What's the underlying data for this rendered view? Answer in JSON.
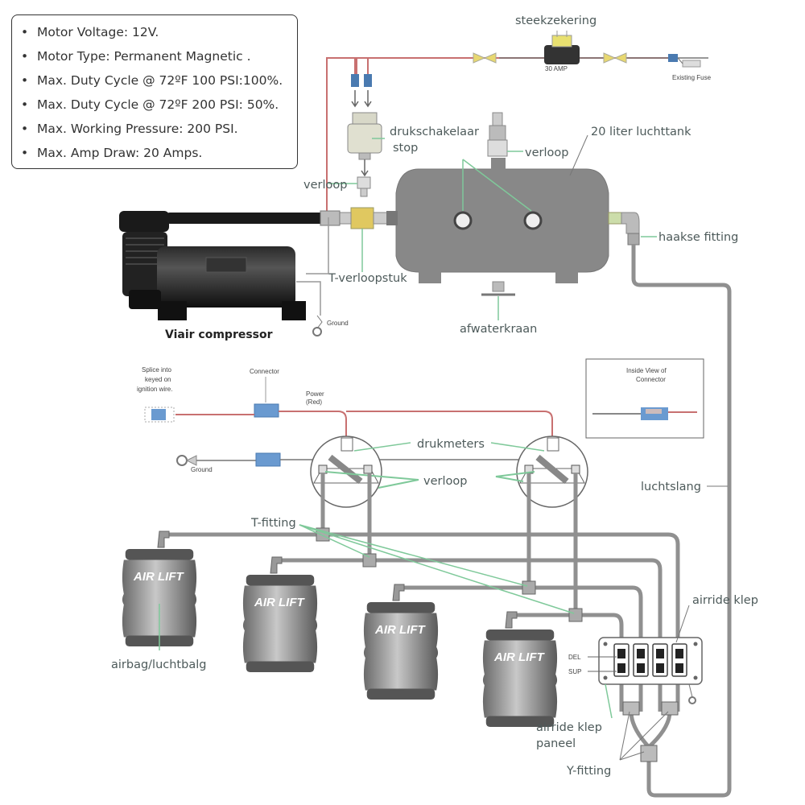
{
  "specs": [
    {
      "bullet": "•",
      "text": "Motor Voltage: 12V."
    },
    {
      "bullet": "•",
      "text": "Motor Type: Permanent Magnetic ."
    },
    {
      "bullet": "•",
      "text": "Max. Duty Cycle @ 72ºF 100 PSI:100%."
    },
    {
      "bullet": "•",
      "text": "Max. Duty Cycle @ 72ºF 200 PSI: 50%."
    },
    {
      "bullet": "•",
      "text": "Max. Working Pressure: 200 PSI."
    },
    {
      "bullet": "•",
      "text": "Max. Amp Draw: 20 Amps."
    }
  ],
  "labels": {
    "steekzekering": "steekzekering",
    "amp30": "30 AMP",
    "existing_fuse": "Existing Fuse",
    "drukschakelaar1": "drukschakelaar",
    "drukschakelaar2": "stop",
    "verloop_top": "verloop",
    "tank": "20 liter luchttank",
    "verloop_left": "verloop",
    "haakse": "haakse fitting",
    "t_verloopstuk": "T-verloopstuk",
    "compressor": "Viair compressor",
    "ground_top": "Ground",
    "afwaterkraan": "afwaterkraan",
    "splice1": "Splice into",
    "splice2": "keyed on",
    "splice3": "ignition wire.",
    "connector": "Connector",
    "power1": "Power",
    "power2": "(Red)",
    "inside1": "Inside View of",
    "inside2": "Connector",
    "drukmeters": "drukmeters",
    "ground_mid": "Ground",
    "verloop_mid": "verloop",
    "luchtslang": "luchtslang",
    "t_fitting": "T-fitting",
    "airride_klep": "airride klep",
    "airbag": "airbag/luchtbalg",
    "del": "DEL",
    "sup": "SUP",
    "paneel1": "airride klep",
    "paneel2": "paneel",
    "y_fitting": "Y-fitting",
    "air_lift": "AIR LIFT"
  },
  "colors": {
    "line": "#909090",
    "tank": "#888888",
    "wire_red": "#c87070",
    "green": "#7fc99a",
    "label": "#4d5a5a"
  }
}
